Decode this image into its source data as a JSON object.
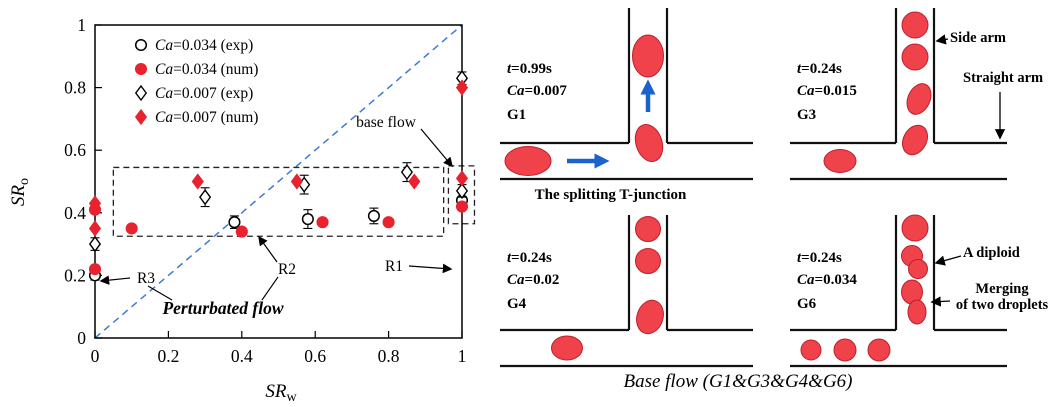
{
  "chart": {
    "xlabel": {
      "var": "SR",
      "sub": "w"
    },
    "ylabel": {
      "var": "SR",
      "sub": "o"
    },
    "x_tick_labels": [
      "0",
      "0.2",
      "0.4",
      "0.6",
      "0.8",
      "1"
    ],
    "y_tick_labels": [
      "0",
      "0.2",
      "0.4",
      "0.6",
      "0.8",
      "1"
    ],
    "legend": [
      {
        "var": "Ca",
        "rest": "=0.034 (exp)"
      },
      {
        "var": "Ca",
        "rest": "=0.034 (num)"
      },
      {
        "var": "Ca",
        "rest": "=0.007 (exp)"
      },
      {
        "var": "Ca",
        "rest": "=0.007 (num)"
      }
    ],
    "annotations": {
      "base_flow": "base flow",
      "r1": "R1",
      "r2": "R2",
      "r3": "R3",
      "perturbated": "Perturbated flow"
    }
  },
  "chart_data": {
    "type": "scatter",
    "title": "",
    "xlabel": "SR_w",
    "ylabel": "SR_o",
    "xlim": [
      0,
      1
    ],
    "ylim": [
      0,
      1
    ],
    "x_ticks": [
      0,
      0.2,
      0.4,
      0.6,
      0.8,
      1
    ],
    "y_ticks": [
      0,
      0.2,
      0.4,
      0.6,
      0.8,
      1
    ],
    "grid": false,
    "legend_position": "upper-left-inside",
    "series": [
      {
        "name": "Ca=0.034 (exp)",
        "marker": "circle",
        "fill": "open",
        "color": "#000000",
        "points": [
          [
            0,
            0.2,
            0.015
          ],
          [
            0.38,
            0.37,
            0.02
          ],
          [
            0.58,
            0.38,
            0.03
          ],
          [
            0.76,
            0.39,
            0.025
          ],
          [
            1,
            0.44,
            0.03
          ]
        ]
      },
      {
        "name": "Ca=0.034 (num)",
        "marker": "circle",
        "fill": "solid",
        "color": "#e8232f",
        "points": [
          [
            0,
            0.22
          ],
          [
            0,
            0.41
          ],
          [
            0.1,
            0.35
          ],
          [
            0.4,
            0.34
          ],
          [
            0.62,
            0.37
          ],
          [
            0.8,
            0.37
          ],
          [
            1,
            0.42
          ]
        ]
      },
      {
        "name": "Ca=0.007 (exp)",
        "marker": "diamond",
        "fill": "open",
        "color": "#000000",
        "points": [
          [
            0,
            0.3,
            0.02
          ],
          [
            0.3,
            0.45,
            0.03
          ],
          [
            0.57,
            0.49,
            0.03
          ],
          [
            0.85,
            0.53,
            0.03
          ],
          [
            1,
            0.47,
            0.02
          ],
          [
            1,
            0.83,
            0.02
          ]
        ]
      },
      {
        "name": "Ca=0.007 (num)",
        "marker": "diamond",
        "fill": "solid",
        "color": "#e8232f",
        "points": [
          [
            0,
            0.35
          ],
          [
            0,
            0.43
          ],
          [
            0.28,
            0.5
          ],
          [
            0.55,
            0.5
          ],
          [
            0.87,
            0.5
          ],
          [
            1,
            0.51
          ],
          [
            1,
            0.8
          ]
        ]
      }
    ],
    "identity_line": {
      "from": [
        0,
        0
      ],
      "to": [
        1,
        1
      ],
      "style": "dashed",
      "color": "#3d7bd6"
    },
    "regions": [
      {
        "name": "perturbated-flow-box",
        "x0": 0.05,
        "y0": 0.325,
        "x1": 0.95,
        "y1": 0.545
      },
      {
        "name": "base-flow-box",
        "x0": 0.963,
        "y0": 0.365,
        "x1": 1.034,
        "y1": 0.55
      }
    ]
  },
  "panels": [
    {
      "id": "G1",
      "t_var": "t",
      "t_val": "=0.99s",
      "ca_var": "Ca",
      "ca_val": "=0.007",
      "label": "G1"
    },
    {
      "id": "G3",
      "t_var": "t",
      "t_val": "=0.24s",
      "ca_var": "Ca",
      "ca_val": "=0.015",
      "label": "G3"
    },
    {
      "id": "G4",
      "t_var": "t",
      "t_val": "=0.24s",
      "ca_var": "Ca",
      "ca_val": "=0.02",
      "label": "G4"
    },
    {
      "id": "G6",
      "t_var": "t",
      "t_val": "=0.24s",
      "ca_var": "Ca",
      "ca_val": "=0.034",
      "label": "G6"
    }
  ],
  "right_labels": {
    "splitting": "The splitting T-junction",
    "side_arm": "Side arm",
    "straight_arm": "Straight arm",
    "diploid": "A diploid",
    "merging_1": "Merging",
    "merging_2": "of two droplets",
    "caption": "Base flow (G1&G3&G4&G6)"
  }
}
